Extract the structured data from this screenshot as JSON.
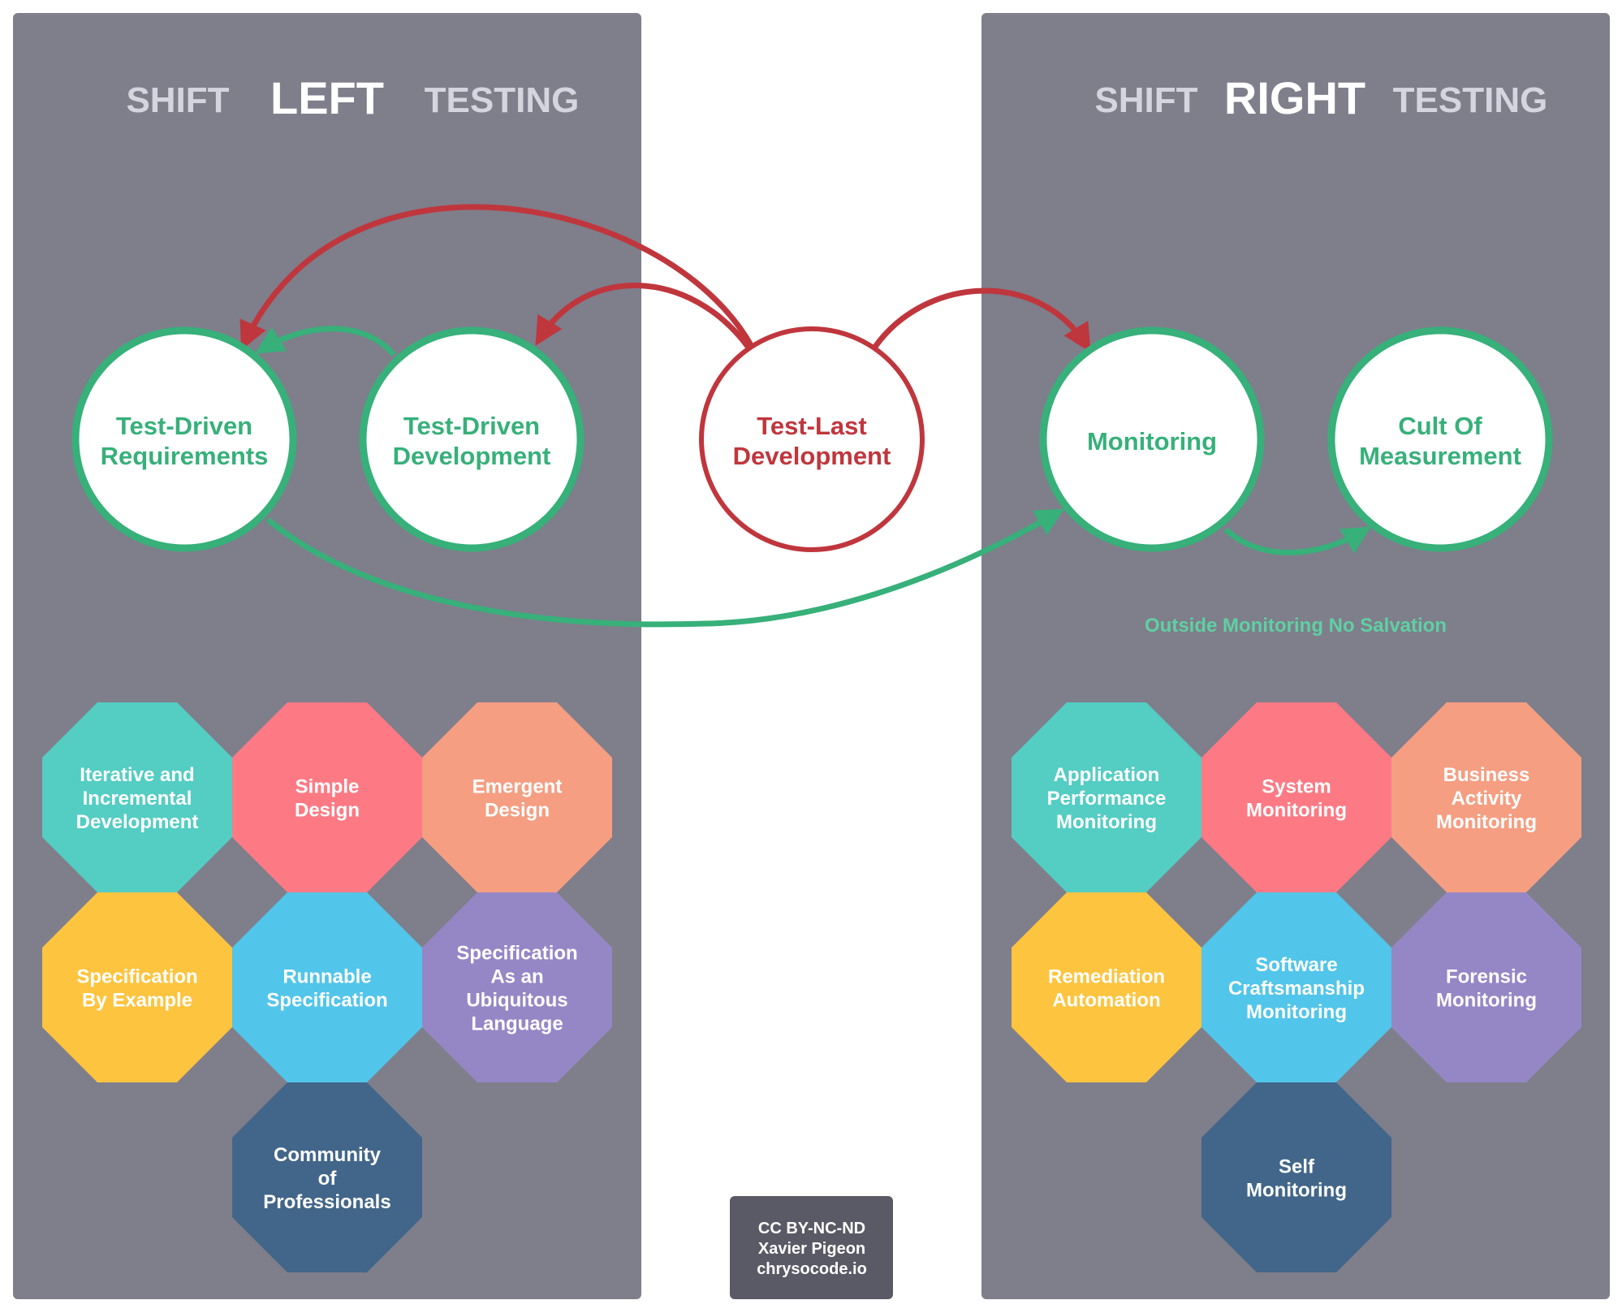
{
  "colors": {
    "panel": "#7f7e8b",
    "green": "#37b07a",
    "red": "#c0363d",
    "title_dim": "#d4d5de",
    "title_bright": "#ffffff",
    "note_green": "#5fd0a2",
    "credit_bg": "#5a5a66",
    "teal": "#54cdc3",
    "coral": "#fd7a84",
    "salmon": "#f59e82",
    "yellow": "#fdc43f",
    "blue": "#52c5ea",
    "purple": "#9587c6",
    "navy": "#426689"
  },
  "left_panel": {
    "title": {
      "shift": "SHIFT",
      "direction": "LEFT",
      "testing": "TESTING"
    },
    "nodes": {
      "tdr": [
        "Test-Driven",
        "Requirements"
      ],
      "tdd": [
        "Test-Driven",
        "Development"
      ]
    },
    "practices": [
      {
        "id": "iterative",
        "lines": [
          "Iterative and",
          "Incremental",
          "Development"
        ],
        "color": "teal"
      },
      {
        "id": "simple-design",
        "lines": [
          "Simple",
          "Design"
        ],
        "color": "coral"
      },
      {
        "id": "emergent-design",
        "lines": [
          "Emergent",
          "Design"
        ],
        "color": "salmon"
      },
      {
        "id": "spec-by-example",
        "lines": [
          "Specification",
          "By Example"
        ],
        "color": "yellow"
      },
      {
        "id": "runnable-spec",
        "lines": [
          "Runnable",
          "Specification"
        ],
        "color": "blue"
      },
      {
        "id": "spec-ubiquitous",
        "lines": [
          "Specification",
          "As an",
          "Ubiquitous",
          "Language"
        ],
        "color": "purple"
      },
      {
        "id": "community",
        "lines": [
          "Community",
          "of",
          "Professionals"
        ],
        "color": "navy"
      }
    ]
  },
  "center": {
    "node": [
      "Test-Last",
      "Development"
    ],
    "credit": [
      "CC BY-NC-ND",
      "Xavier Pigeon",
      "chrysocode.io"
    ]
  },
  "right_panel": {
    "title": {
      "shift": "SHIFT",
      "direction": "RIGHT",
      "testing": "TESTING"
    },
    "nodes": {
      "monitoring": [
        "Monitoring"
      ],
      "cult": [
        "Cult Of",
        "Measurement"
      ]
    },
    "note": "Outside Monitoring No Salvation",
    "practices": [
      {
        "id": "apm",
        "lines": [
          "Application",
          "Performance",
          "Monitoring"
        ],
        "color": "teal"
      },
      {
        "id": "system-monitoring",
        "lines": [
          "System",
          "Monitoring"
        ],
        "color": "coral"
      },
      {
        "id": "business-activity",
        "lines": [
          "Business",
          "Activity",
          "Monitoring"
        ],
        "color": "salmon"
      },
      {
        "id": "remediation",
        "lines": [
          "Remediation",
          "Automation"
        ],
        "color": "yellow"
      },
      {
        "id": "craftsmanship",
        "lines": [
          "Software",
          "Craftsmanship",
          "Monitoring"
        ],
        "color": "blue"
      },
      {
        "id": "forensic",
        "lines": [
          "Forensic",
          "Monitoring"
        ],
        "color": "purple"
      },
      {
        "id": "self-monitoring",
        "lines": [
          "Self",
          "Monitoring"
        ],
        "color": "navy"
      }
    ]
  }
}
